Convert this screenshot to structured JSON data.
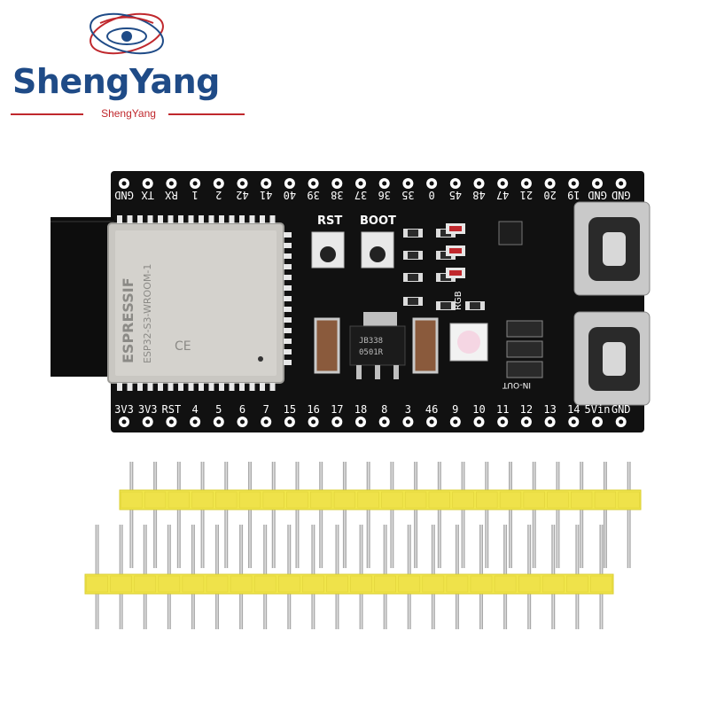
{
  "brand": {
    "name": "ShengYang",
    "subtitle": "ShengYang"
  },
  "board": {
    "button_rst": "RST",
    "button_boot": "BOOT",
    "rgb_label": "RGB",
    "ldo_line1": "JB338",
    "ldo_line2": "0501R",
    "in_out_label": "IN-OUT",
    "module_brand": "ESPRESSIF",
    "module_model": "ESP32-S3-WROOM-1",
    "top_pins": [
      "GND",
      "TX",
      "RX",
      "1",
      "2",
      "42",
      "41",
      "40",
      "39",
      "38",
      "37",
      "36",
      "35",
      "0",
      "45",
      "48",
      "47",
      "21",
      "20",
      "19",
      "GND",
      "GND"
    ],
    "bottom_pins": [
      "3V3",
      "3V3",
      "RST",
      "4",
      "5",
      "6",
      "7",
      "15",
      "16",
      "17",
      "18",
      "8",
      "3",
      "46",
      "9",
      "10",
      "11",
      "12",
      "13",
      "14",
      "5Vin",
      "GND"
    ]
  },
  "colors": {
    "brand_blue": "#1f4b87",
    "brand_red": "#c0282d",
    "pcb": "#111111",
    "header_yellow": "#f1e64b",
    "pin_metal": "#a9a9a9"
  }
}
